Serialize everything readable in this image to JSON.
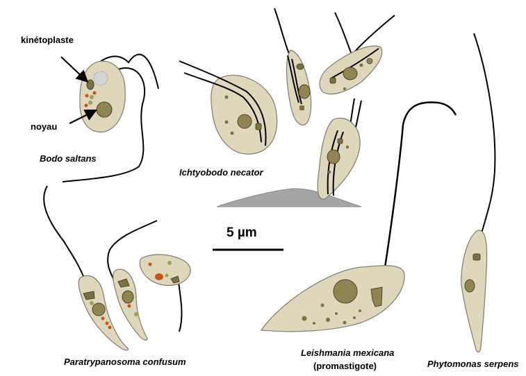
{
  "labels": {
    "kinetoplaste": "kinétoplaste",
    "noyau": "noyau",
    "bodo": "Bodo saltans",
    "ichtyobodo": "Ichtyobodo necator",
    "scale": "5 µm",
    "paratrypanosoma": "Paratrypanosoma confusum",
    "leishmania": "Leishmania mexicana",
    "promastigote": "(promastigote)",
    "phytomonas": "Phytomonas serpens"
  },
  "colors": {
    "cell_fill": "#ded7bc",
    "cell_stroke": "#7d7a70",
    "nucleus": "#8f8452",
    "kinetoplast": "#7b7044",
    "granule_orange": "#c4541a",
    "granule_green": "#8eaa50",
    "substrate": "#a5a5a5",
    "flagellum": "#000000"
  }
}
